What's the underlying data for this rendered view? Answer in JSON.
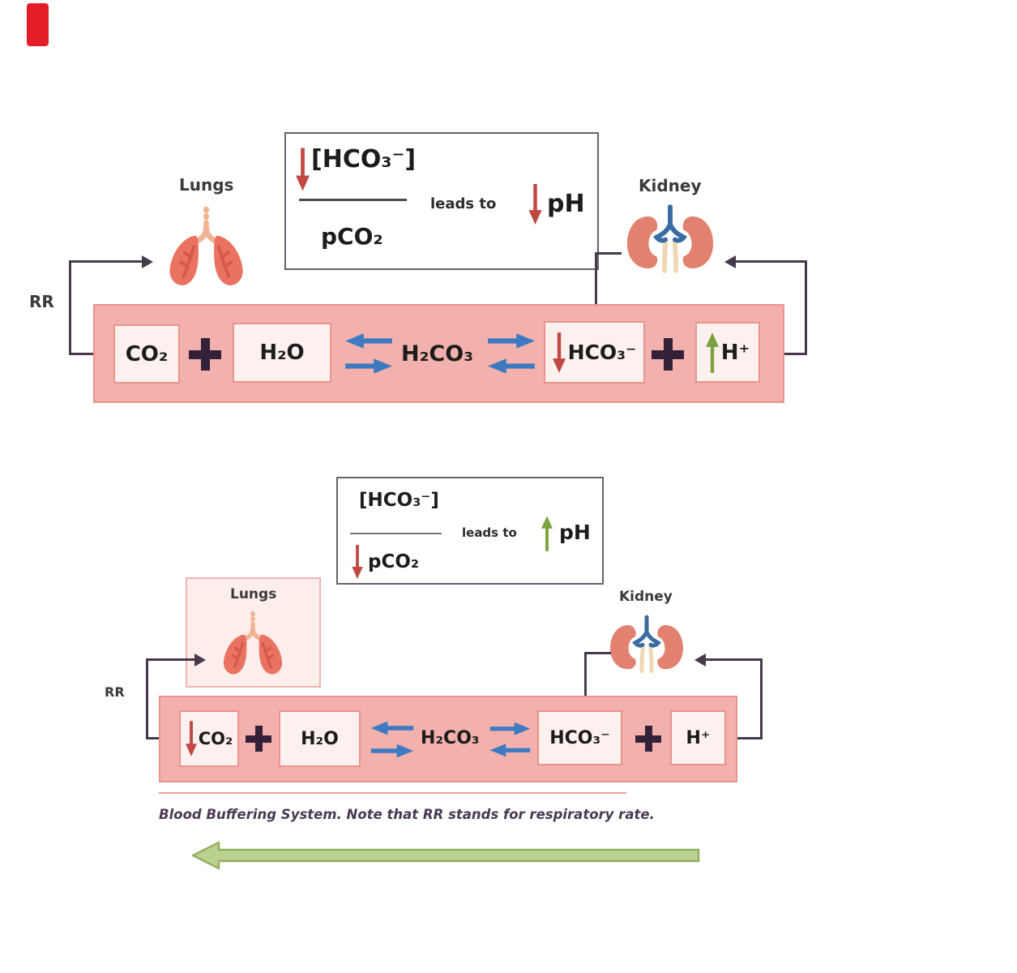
{
  "marker": {
    "color": "#e41e26"
  },
  "top": {
    "lungs_label": "Lungs",
    "kidney_label": "Kidney",
    "rr_label": "RR",
    "formula": {
      "numerator": "[HCO₃⁻]",
      "denominator": "pCO₂",
      "leads_to": "leads to",
      "ph": "pH",
      "numerator_arrow_icon": "down-arrow-red",
      "ph_arrow_icon": "down-arrow-red"
    },
    "equation": {
      "co2": "CO₂",
      "h2o": "H₂O",
      "h2co3": "H₂CO₃",
      "hco3": "HCO₃⁻",
      "h": "H⁺",
      "hco3_arrow_icon": "down-arrow-red",
      "h_arrow_icon": "up-arrow-green",
      "plus_icon": "plus",
      "equilibrium_icon": "equilibrium-arrows"
    }
  },
  "bottom": {
    "lungs_label": "Lungs",
    "kidney_label": "Kidney",
    "rr_label": "RR",
    "formula": {
      "numerator": "[HCO₃⁻]",
      "denominator": "pCO₂",
      "leads_to": "leads to",
      "ph": "pH",
      "denominator_arrow_icon": "down-arrow-red",
      "ph_arrow_icon": "up-arrow-green"
    },
    "equation": {
      "co2": "CO₂",
      "h2o": "H₂O",
      "h2co3": "H₂CO₃",
      "hco3": "HCO₃⁻",
      "h": "H⁺",
      "co2_arrow_icon": "down-arrow-red",
      "plus_icon": "plus",
      "equilibrium_icon": "equilibrium-arrows"
    }
  },
  "caption": {
    "text": "Blood Buffering System. Note that RR stands for respiratory rate."
  },
  "big_arrow_icon": "left-arrow-green",
  "colors": {
    "bar_fill": "#f2b1ac",
    "bar_border": "#e9938c",
    "chip_fill": "#fdf1ef",
    "connector": "#463a4c",
    "plus": "#332039",
    "blue_arrow": "#3d7ac1",
    "red_arrow": "#c04842",
    "green_arrow": "#7ca23d",
    "formula_box_border": "#6a5f6d",
    "caption_text": "#4a3a52",
    "big_arrow_fill": "#bad190",
    "big_arrow_stroke": "#95af61",
    "lungs_body": "#ea7260",
    "kidney_body": "#e28170",
    "marker_red": "#e41e26"
  }
}
